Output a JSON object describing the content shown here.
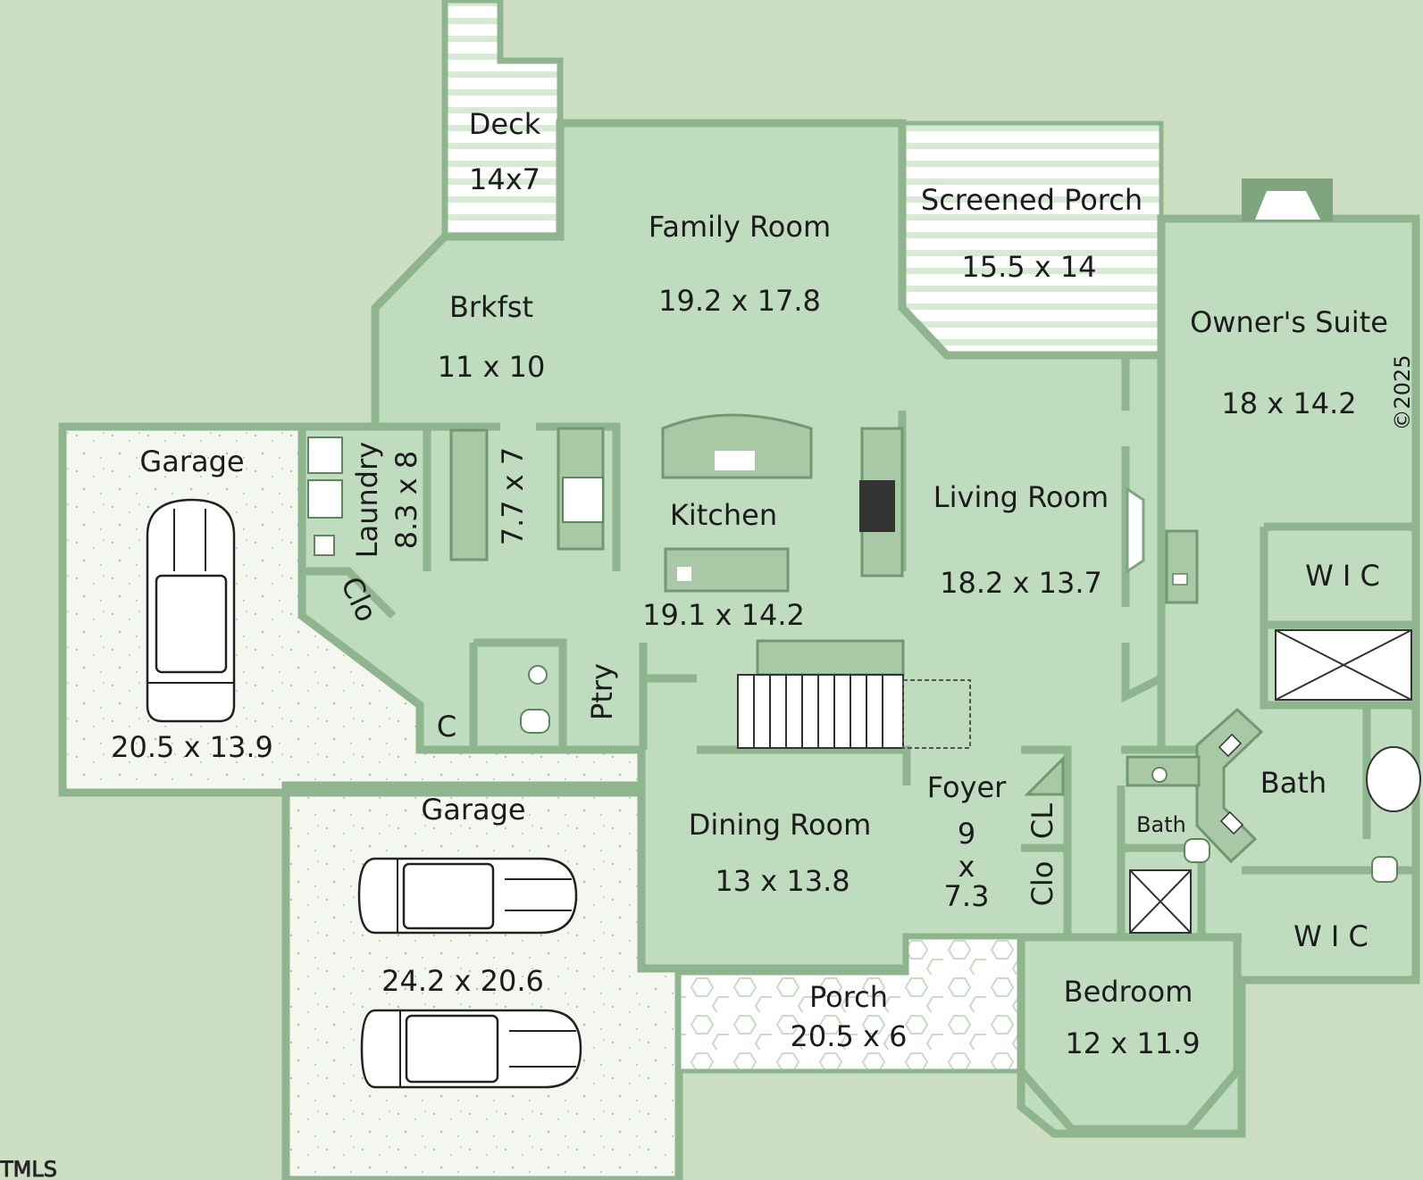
{
  "plan": {
    "rooms": {
      "deck": {
        "name": "Deck",
        "size": "14x7"
      },
      "family": {
        "name": "Family Room",
        "size": "19.2 x 17.8"
      },
      "screened": {
        "name": "Screened Porch",
        "size": "15.5 x 14"
      },
      "owners": {
        "name": "Owner's Suite",
        "size": "18 x 14.2"
      },
      "brkfst": {
        "name": "Brkfst",
        "size": "11 x 10"
      },
      "garage1": {
        "name": "Garage",
        "size": "20.5 x 13.9"
      },
      "laundry": {
        "name": "Laundry",
        "size": "8.3 x 8"
      },
      "hall": {
        "size": "7.7 x 7"
      },
      "kitchen": {
        "name": "Kitchen",
        "size": "19.1 x 14.2"
      },
      "living": {
        "name": "Living Room",
        "size": "18.2 x 13.7"
      },
      "wic1": {
        "name": "W I C"
      },
      "clo1": {
        "name": "Clo"
      },
      "c": {
        "name": "C"
      },
      "ptry": {
        "name": "Ptry"
      },
      "garage2": {
        "name": "Garage",
        "size": "24.2 x 20.6"
      },
      "dining": {
        "name": "Dining Room",
        "size": "13 x 13.8"
      },
      "foyer": {
        "name": "Foyer",
        "size1": "9",
        "size2": "x",
        "size3": "7.3"
      },
      "cl": {
        "name": "CL"
      },
      "clo2": {
        "name": "Clo"
      },
      "bath_small": {
        "name": "Bath"
      },
      "bath_main": {
        "name": "Bath"
      },
      "wic2": {
        "name": "W I C"
      },
      "porch": {
        "name": "Porch",
        "size": "20.5 x 6"
      },
      "bedroom": {
        "name": "Bedroom",
        "size": "12 x 11.9"
      }
    },
    "copyright": "©2025",
    "watermark": "TMLS"
  },
  "colors": {
    "background": "#cddfc3",
    "floor": "#bfdcbf",
    "wall": "#8fb58f",
    "garage_floor": "#f3f7ef",
    "porch_floor": "#ffffff"
  }
}
